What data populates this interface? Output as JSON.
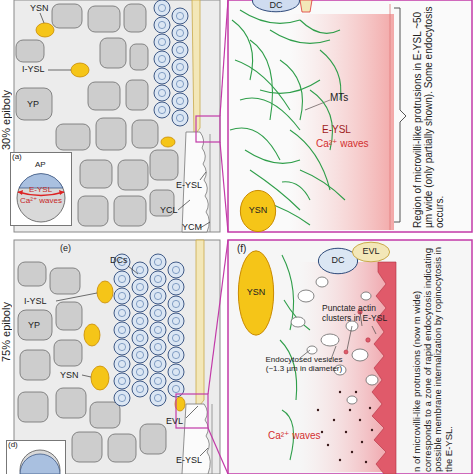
{
  "diagram": {
    "nodes": [
      {
        "text": [
          "(a)",
          "AP",
          "E-YSL",
          "Ca²⁺ waves"
        ]
      },
      {
        "text": [
          "DC"
        ]
      },
      {
        "text": [
          "YSN"
        ]
      },
      {
        "text": [
          "YSN"
        ]
      },
      {
        "text": [
          "DC"
        ]
      },
      {
        "text": [
          "EVL"
        ]
      },
      {
        "text": [
          "(d)"
        ]
      }
    ],
    "labels": [
      "30% epiboly",
      "YSN",
      "I-YSL",
      "YP",
      "E-YSL",
      "YCL",
      "YCM",
      "MTs",
      "E-YSL",
      "Ca²⁺ waves",
      "Region of microvilli-like protrusions in E-YSL ~50 µm wide (only partially shown). Some endocytosis occurs.",
      "75% epiboly",
      "(e)",
      "DCs",
      "I-YSL",
      "YP",
      "YSN",
      "EVL",
      "E-YSL",
      "(f)",
      "Punctate actin clusters in E-YSL",
      "Endocytosed vesicles (~1.3 µm in diameter)",
      "Ca²⁺ waves",
      "n of microvilli-like protrusions (now m wide) corresponds to a zone of rapid endocytosis indicating possible membrane internalization by ropinocytosis in the E-YSL."
    ]
  }
}
